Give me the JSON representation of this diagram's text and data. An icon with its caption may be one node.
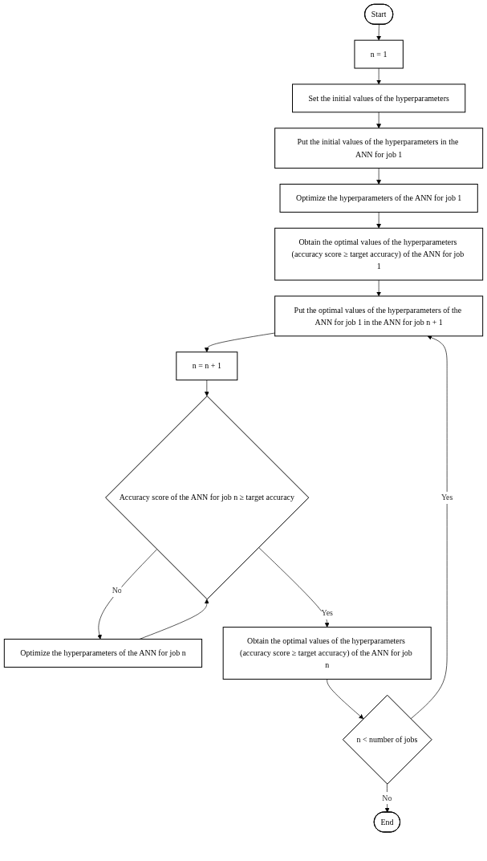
{
  "diagram": {
    "nodes": [
      {
        "text": [
          "Start"
        ]
      },
      {
        "text": [
          "n = 1"
        ]
      },
      {
        "text": [
          "Set the initial values of the hyperparameters"
        ]
      },
      {
        "text": [
          "Put the initial values of the hyperparameters in the ANN for job 1"
        ]
      },
      {
        "text": [
          "Optimize the hyperparameters of the ANN for job 1"
        ]
      },
      {
        "text": [
          "Obtain the optimal values of the hyperparameters (accuracy score ≥ target accuracy) of the ANN for job 1"
        ]
      },
      {
        "text": [
          "Put the optimal values of the hyperparameters of the ANN for job 1 in the ANN for job n + 1"
        ]
      },
      {
        "text": [
          "n = n + 1"
        ]
      },
      {
        "text": [
          "Accuracy score of the ANN for job n ≥ target accuracy"
        ]
      },
      {
        "text": [
          "Optimize the hyperparameters of the ANN for job n"
        ]
      },
      {
        "text": [
          "Obtain the optimal values of the hyperparameters (accuracy score ≥ target accuracy) of the ANN for job n"
        ]
      },
      {
        "text": [
          "n < number of jobs"
        ]
      },
      {
        "text": [
          "End"
        ]
      }
    ],
    "edges": [
      {
        "from": 0,
        "to": 1,
        "arrow": "to"
      },
      {
        "from": 1,
        "to": 2,
        "arrow": "to"
      },
      {
        "from": 2,
        "to": 3,
        "arrow": "to"
      },
      {
        "from": 3,
        "to": 4,
        "arrow": "to"
      },
      {
        "from": 4,
        "to": 5,
        "arrow": "to"
      },
      {
        "from": 5,
        "to": 6,
        "arrow": "to"
      },
      {
        "from": 6,
        "to": 7,
        "arrow": "to"
      },
      {
        "from": 7,
        "to": 8,
        "arrow": "to"
      },
      {
        "from": 8,
        "to": 9,
        "label": "No",
        "arrow": "to"
      },
      {
        "from": 9,
        "to": 8,
        "arrow": "to"
      },
      {
        "from": 8,
        "to": 10,
        "label": "Yes",
        "arrow": "to"
      },
      {
        "from": 10,
        "to": 11,
        "arrow": "to"
      },
      {
        "from": 11,
        "to": 6,
        "label": "Yes",
        "arrow": "to"
      },
      {
        "from": 11,
        "to": 12,
        "label": "No",
        "arrow": "to"
      }
    ]
  }
}
